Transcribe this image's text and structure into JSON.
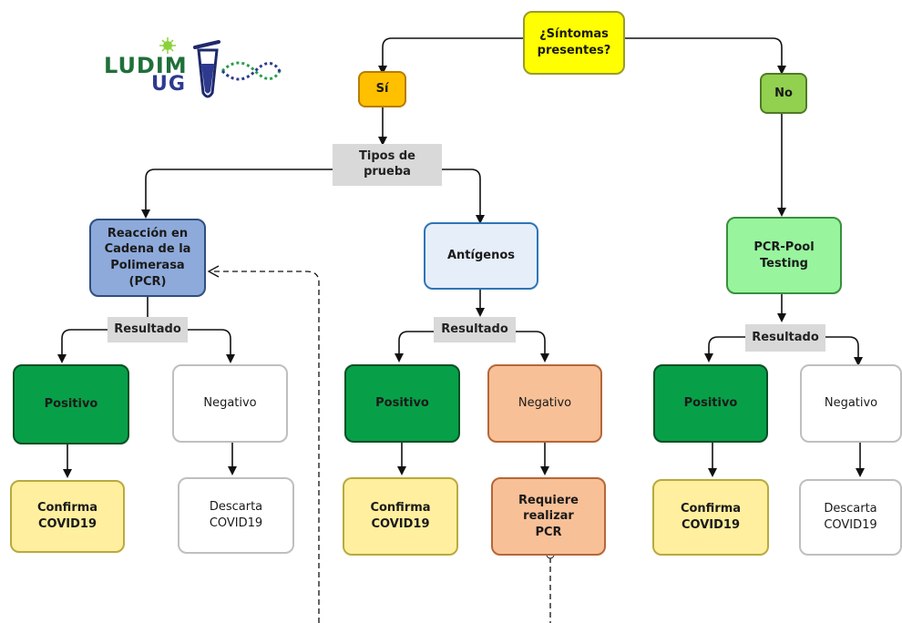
{
  "logo": {
    "line1": "LUDIM",
    "line2": "UG"
  },
  "nodes": {
    "question": "¿Síntomas presentes?",
    "si": "Sí",
    "no": "No",
    "tipos": "Tipos de prueba",
    "pcr": "Reacción en Cadena de la Polimerasa (PCR)",
    "antigenos": "Antígenos",
    "pool": "PCR-Pool Testing",
    "resultado": "Resultado",
    "positivo": "Positivo",
    "negativo": "Negativo",
    "confirma": "Confirma COVID19",
    "descarta": "Descarta COVID19",
    "requiere": "Requiere realizar PCR"
  },
  "colors": {
    "yellow": "#ffff00",
    "orange": "#ffc000",
    "green_light": "#92d050",
    "pcr_blue": "#8eaadb",
    "pos_green": "#07a048",
    "neg_orange": "#f8c096",
    "confirm_yellow": "#ffef9e"
  }
}
